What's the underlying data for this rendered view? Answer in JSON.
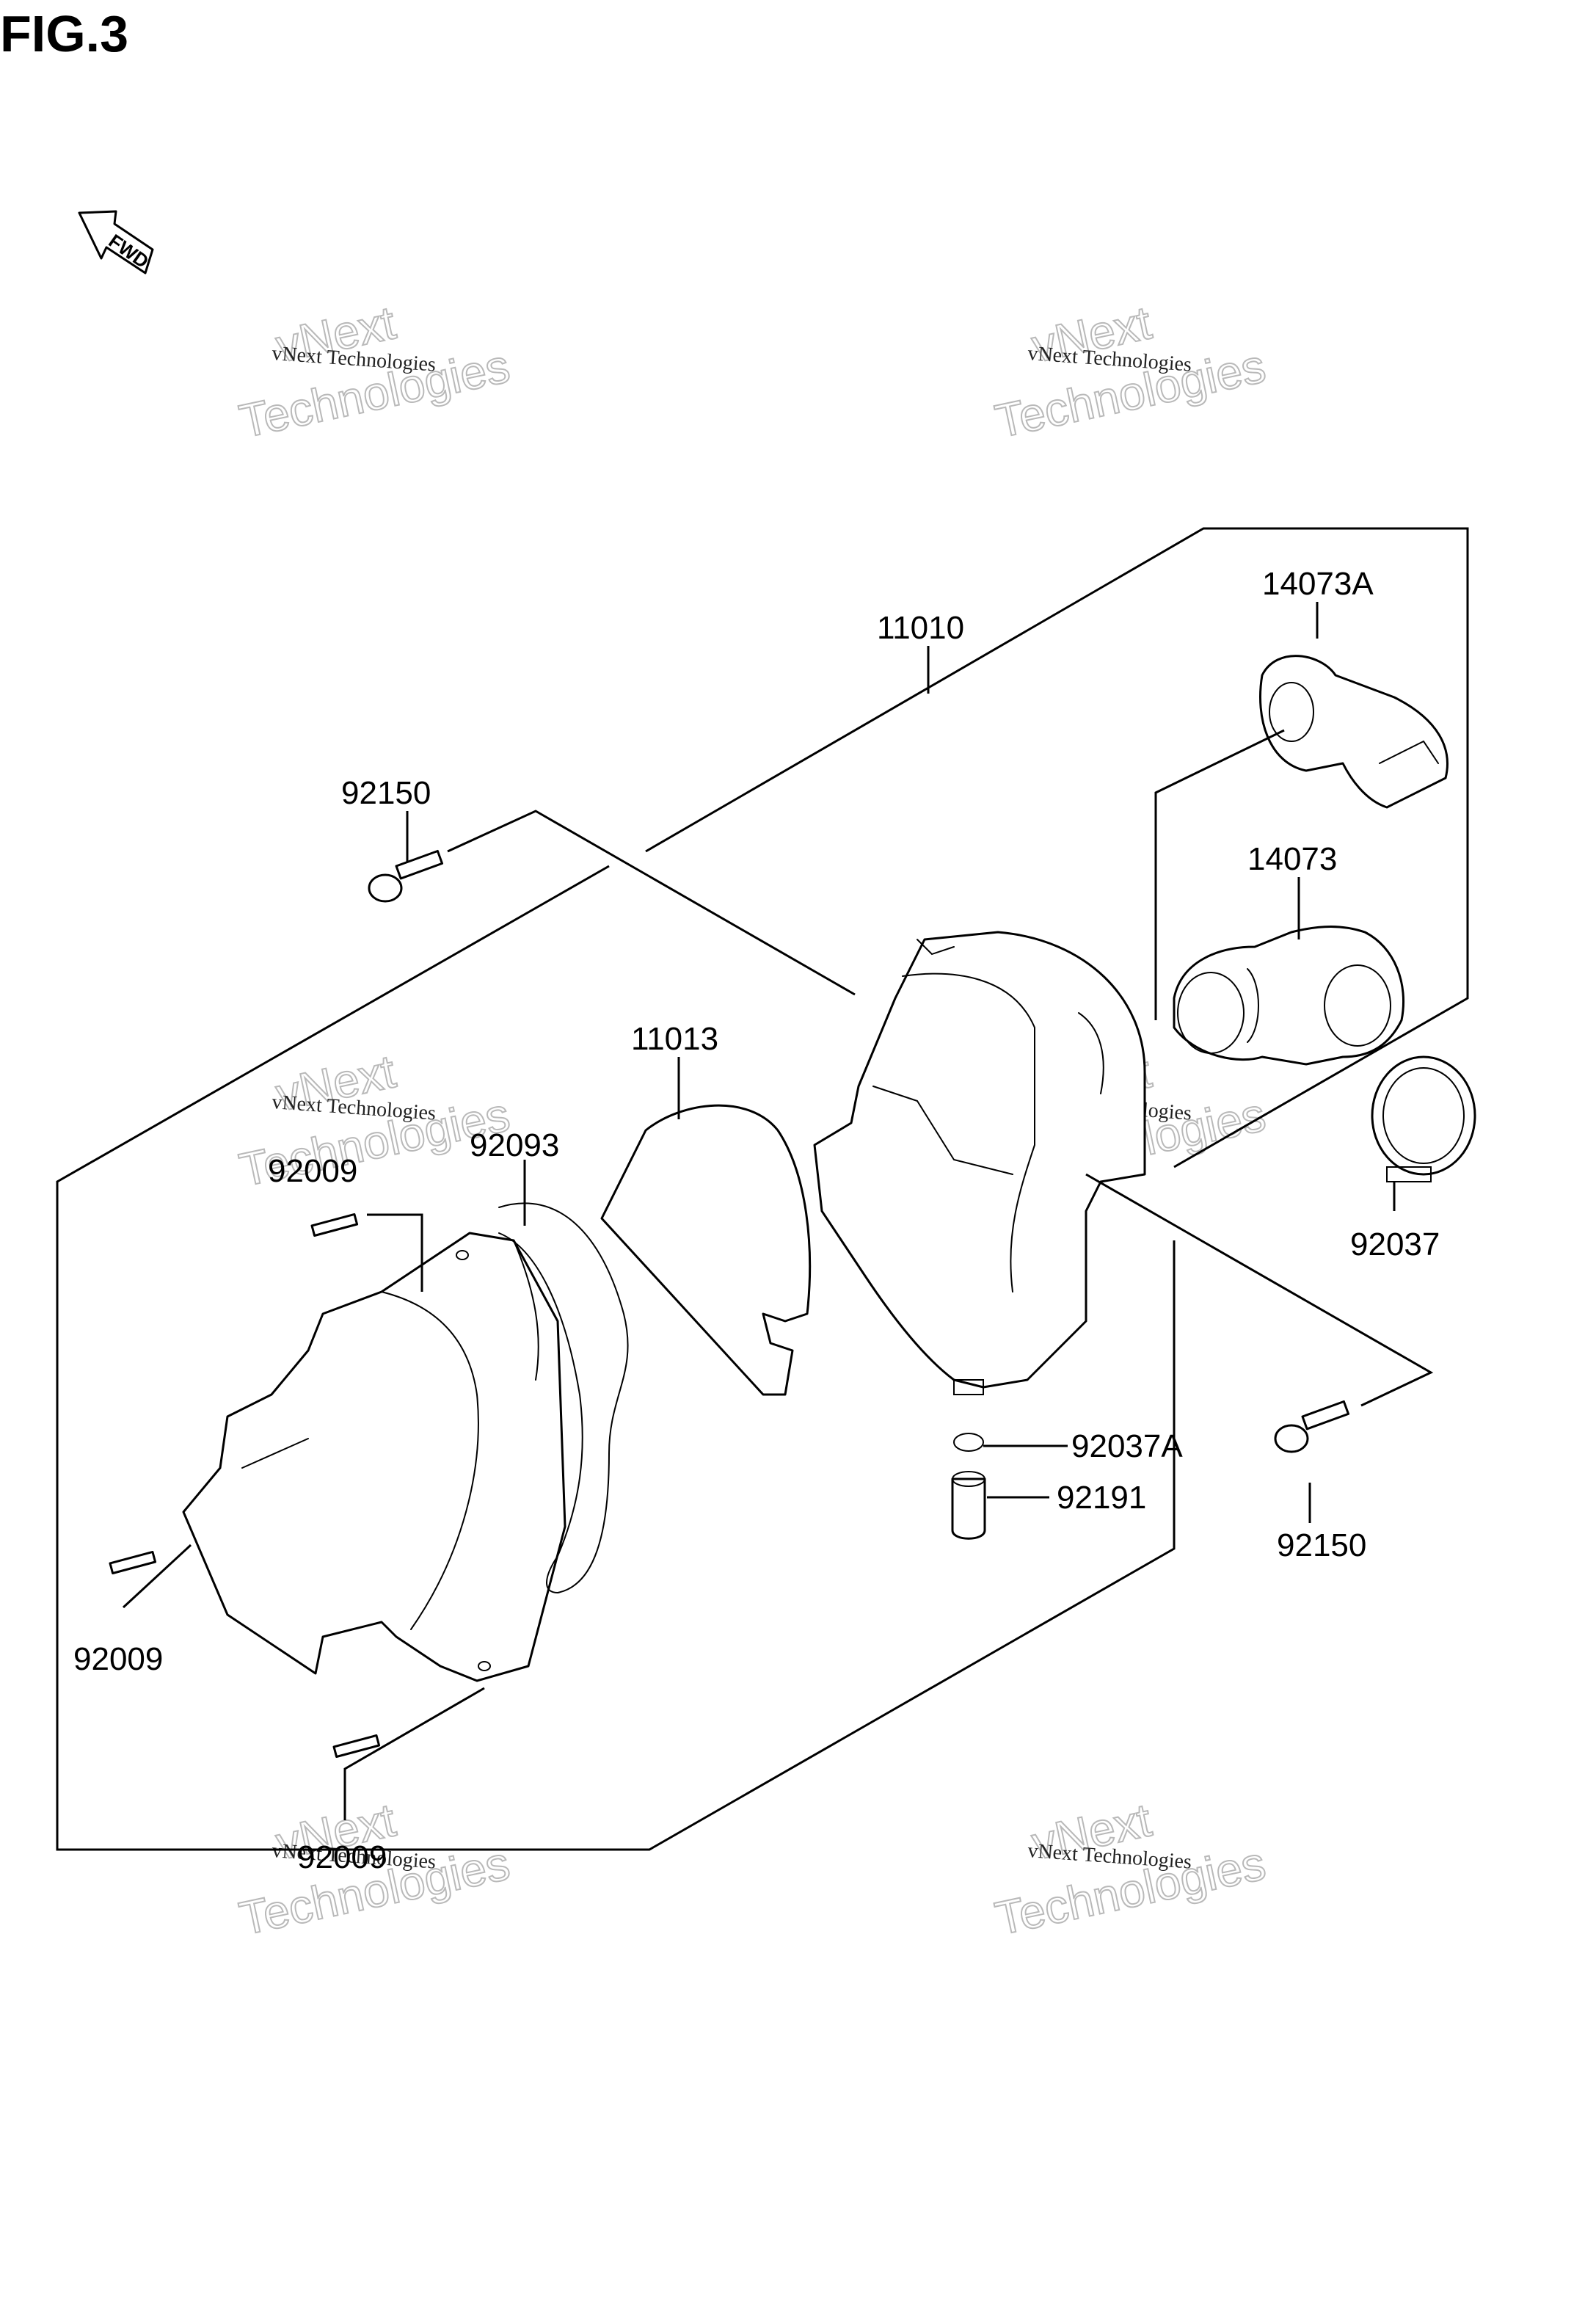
{
  "title": "FIG.3",
  "fwd_label": "FWD",
  "watermark": {
    "line1": "vNext",
    "line2": "vNext Technologies",
    "line3": "Technologies"
  },
  "callouts": {
    "p11010": "11010",
    "p14073A": "14073A",
    "p14073": "14073",
    "p92150_top": "92150",
    "p11013": "11013",
    "p92093": "92093",
    "p92009_a": "92009",
    "p92009_b": "92009",
    "p92009_c": "92009",
    "p92037": "92037",
    "p92037A": "92037A",
    "p92191": "92191",
    "p92150_bot": "92150"
  }
}
